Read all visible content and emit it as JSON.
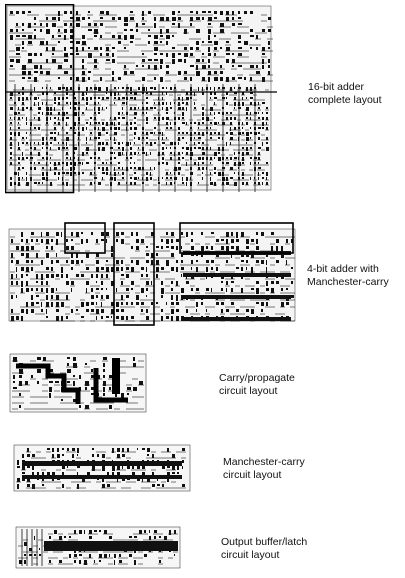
{
  "figure": {
    "panels": [
      {
        "id": "adder16",
        "caption_lines": [
          "16-bit adder",
          "complete layout"
        ]
      },
      {
        "id": "adder4",
        "caption_lines": [
          "4-bit adder with",
          "Manchester-carry"
        ]
      },
      {
        "id": "carry",
        "caption_lines": [
          "Carry/propagate",
          "circuit layout"
        ]
      },
      {
        "id": "manchester",
        "caption_lines": [
          "Manchester-carry",
          "circuit layout"
        ]
      },
      {
        "id": "output",
        "caption_lines": [
          "Output buffer/latch",
          "circuit layout"
        ]
      }
    ]
  }
}
